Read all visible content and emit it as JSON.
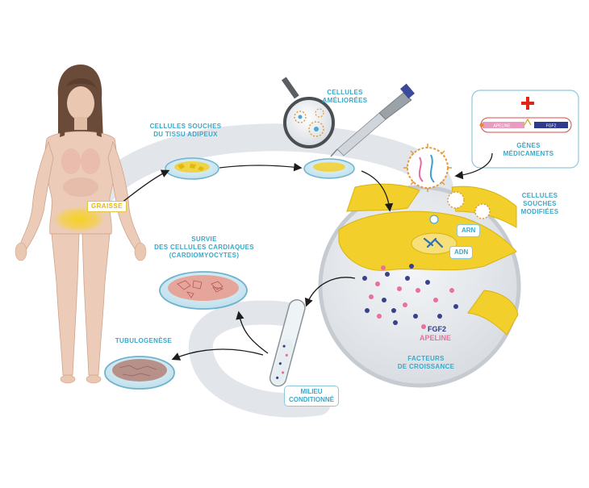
{
  "labels": {
    "fat": "GRAISSE",
    "adipose_stem_cells": [
      "CELLULES SOUCHES",
      "DU TISSU ADIPEUX"
    ],
    "improved_cells": [
      "CELLULES",
      "AMÉLIORÉES"
    ],
    "drug_genes": [
      "GÈNES",
      "MÉDICAMENTS"
    ],
    "modified_stem_cells": [
      "CELLULES",
      "SOUCHES",
      "MODIFIÉES"
    ],
    "rna": "ARN",
    "dna": "ADN",
    "fgf2": "FGF2",
    "apeline": "APELINE",
    "growth_factors": [
      "FACTEURS",
      "DE CROISSANCE"
    ],
    "cardiac_survival": [
      "SURVIE",
      "DES CELLULES CARDIAQUES",
      "(CARDIOMYOCYTES)"
    ],
    "tubulogenesis": "TUBULOGENÈSE",
    "conditioned_medium": [
      "MILIEU",
      "CONDITIONNÉ"
    ]
  },
  "plasmid": {
    "gene1": "APELINE",
    "gene2": "FGF2"
  },
  "colors": {
    "accent_blue": "#3aa8c9",
    "gold": "#e3b80c",
    "pink": "#e8709a",
    "navy": "#3a3f8f",
    "plus_red": "#e2231a"
  }
}
